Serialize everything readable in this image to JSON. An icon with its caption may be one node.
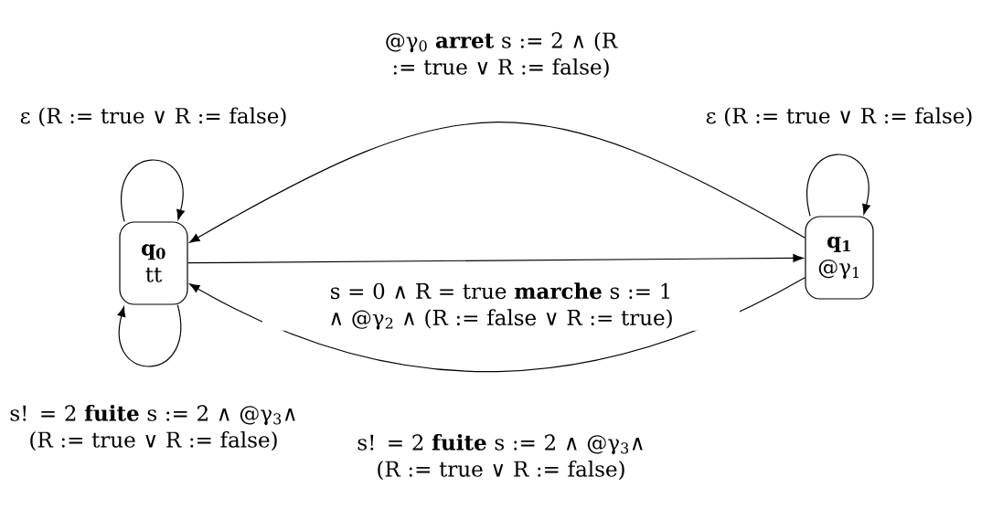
{
  "diagram": {
    "nodes": [
      {
        "text": [
          "q$_{0}$",
          "tt"
        ]
      },
      {
        "text": [
          "q$_{1}$",
          "@γ$_{1}$"
        ]
      }
    ],
    "edges": [
      {
        "from": 0,
        "to": 0,
        "arrow": "to",
        "label": "ε (R := true ∨ R := false)"
      },
      {
        "from": 0,
        "to": 1,
        "arrow": "to",
        "label": "s = 0 ∧ R = true **marche** s := 1 ∧ @γ$_{2}$ ∧ (R := false ∨ R := true)"
      },
      {
        "from": 0,
        "to": 0,
        "arrow": "to",
        "label": "s! = 2 **fuite** s := 2 ∧ @γ$_{3}$∧ (R := true ∨ R := false)"
      },
      {
        "from": 1,
        "to": 0,
        "arrow": "to",
        "label": "@γ$_{0}$ **arret** s := 2 ∧ (R := true ∨ R := false)"
      },
      {
        "from": 1,
        "to": 1,
        "arrow": "to",
        "label": "ε (R := true ∨ R := false)"
      },
      {
        "from": 1,
        "to": 0,
        "arrow": "to",
        "label": "s! = 2 **fuite** s := 2 ∧ @γ$_{3}$∧ (R := true ∨ R := false)"
      }
    ]
  }
}
